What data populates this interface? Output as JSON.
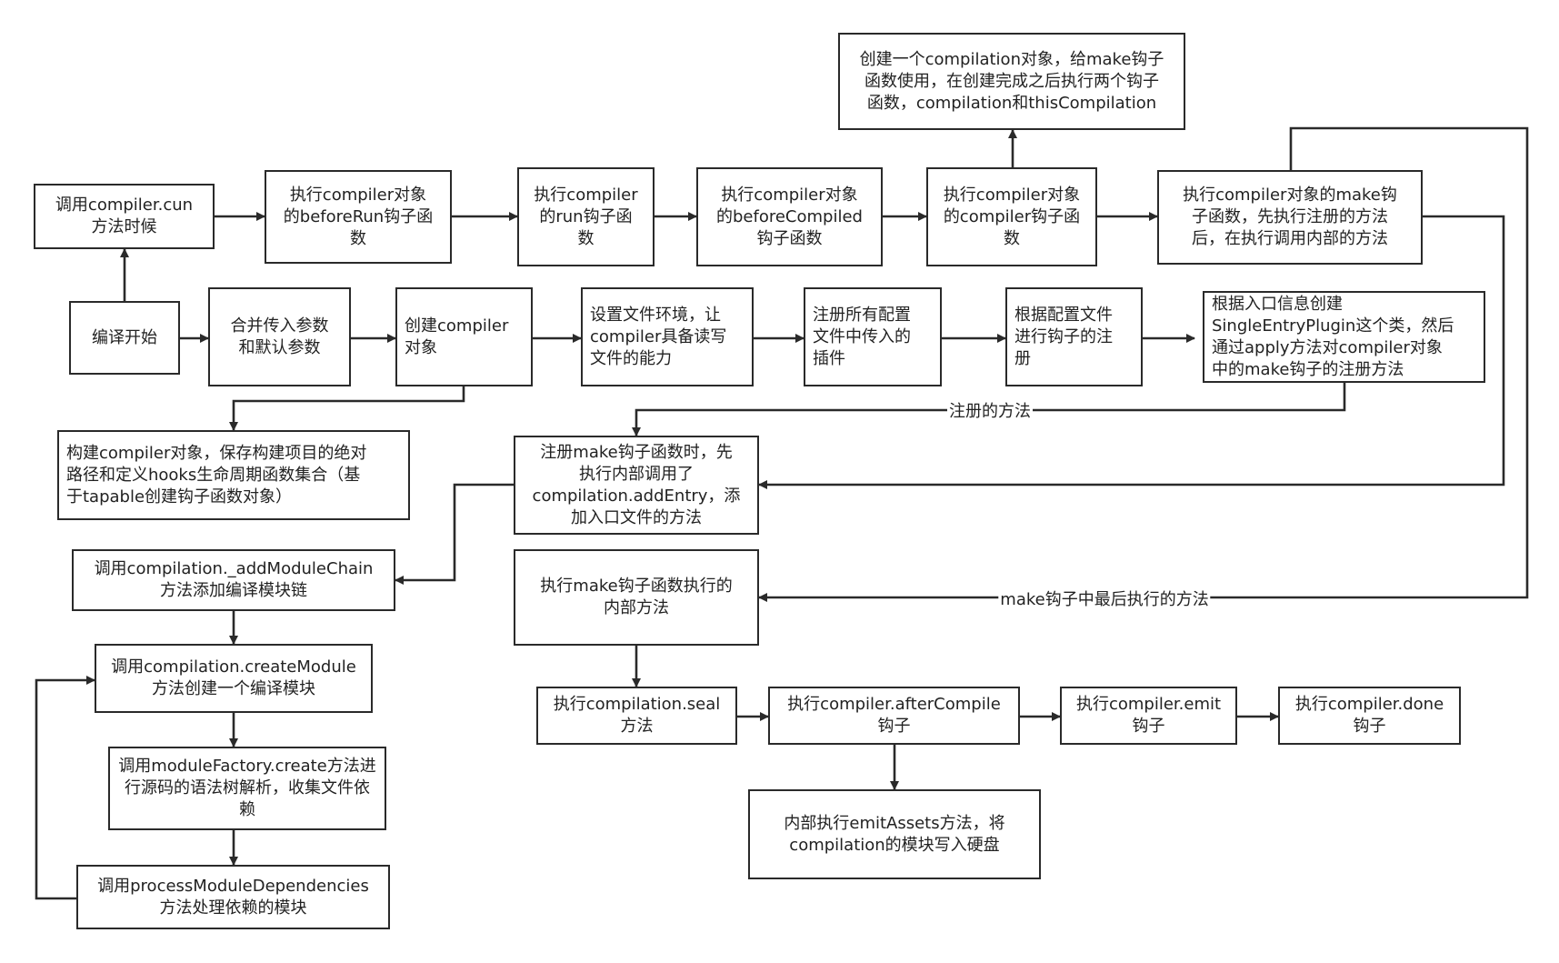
{
  "nodes": {
    "start": "编译开始",
    "call_run": "调用compiler.cun\n方法时候",
    "before_run": "执行compiler对象\n的beforeRun钩子函\n数",
    "run_hook": "执行compiler\n的run钩子函\n数",
    "before_compile": "执行compiler对象\n的beforeCompiled\n钩子函数",
    "compile_hook": "执行compiler对象\n的compiler钩子函\n数",
    "create_compilation": "创建一个compilation对象，给make钩子\n函数使用，在创建完成之后执行两个钩子\n函数，compilation和thisCompilation",
    "make_hook": "执行compiler对象的make钩\n子函数，先执行注册的方法\n后，在执行调用内部的方法",
    "merge_params": "合并传入参数\n和默认参数",
    "create_compiler": "创建compiler\n对象",
    "set_env": "设置文件环境，让\ncompiler具备读写\n文件的能力",
    "register_plugins": "注册所有配置\n文件中传入的\n插件",
    "register_hooks": "根据配置文件\n进行钩子的注\n册",
    "single_entry": "根据入口信息创建\nSingleEntryPlugin这个类，然后\n通过apply方法对compiler对象\n中的make钩子的注册方法",
    "build_compiler": "构建compiler对象，保存构建项目的绝对\n路径和定义hooks生命周期函数集合（基\n于tapable创建钩子函数对象）",
    "register_make": "注册make钩子函数时，先\n执行内部调用了\ncompilation.addEntry，添\n加入口文件的方法",
    "add_module_chain": "调用compilation._addModuleChain\n方法添加编译模块链",
    "make_internal": "执行make钩子函数执行的\n内部方法",
    "create_module": "调用compilation.createModule\n方法创建一个编译模块",
    "module_factory": "调用moduleFactory.create方法进\n行源码的语法树解析，收集文件依\n赖",
    "process_deps": "调用processModuleDependencies\n方法处理依赖的模块",
    "seal": "执行compilation.seal\n方法",
    "after_compile": "执行compiler.afterCompile\n钩子",
    "emit": "执行compiler.emit\n钩子",
    "done": "执行compiler.done\n钩子",
    "emit_assets": "内部执行emitAssets方法，将\ncompilation的模块写入硬盘"
  },
  "edge_labels": {
    "registered_methods": "注册的方法",
    "make_last": "make钩子中最后执行的方法"
  },
  "colors": {
    "stroke": "#2a2a2a",
    "text": "#222222",
    "background": "#ffffff"
  }
}
